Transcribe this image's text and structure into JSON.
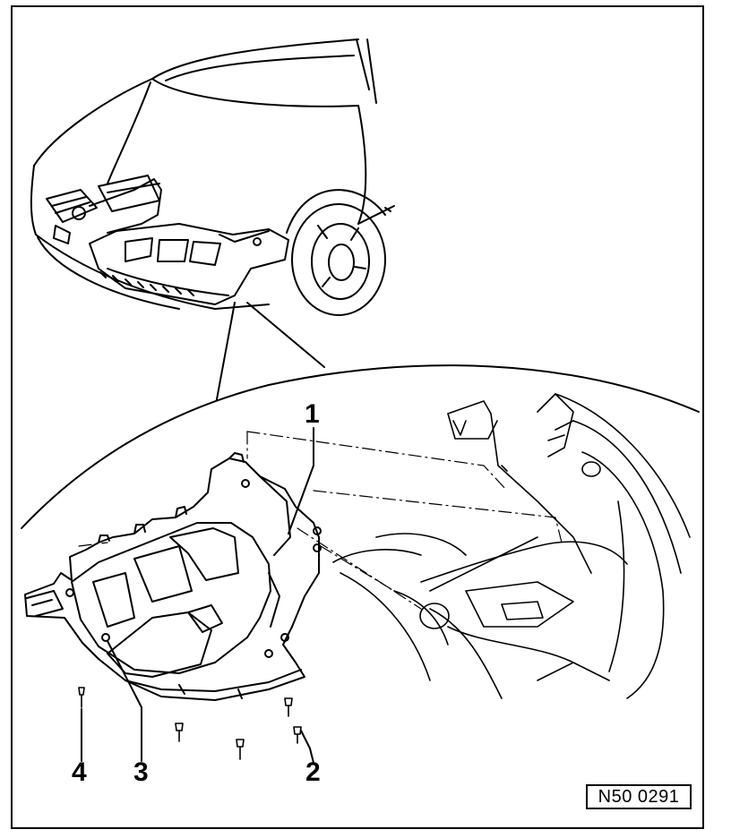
{
  "callouts": {
    "c1": "1",
    "c2": "2",
    "c3": "3",
    "c4": "4"
  },
  "reference_code": "N50 0291",
  "icons": [
    "car-front-illustration",
    "underbody-shield-illustration",
    "screw-icon"
  ],
  "colors": {
    "line": "#000000",
    "background": "#ffffff"
  }
}
